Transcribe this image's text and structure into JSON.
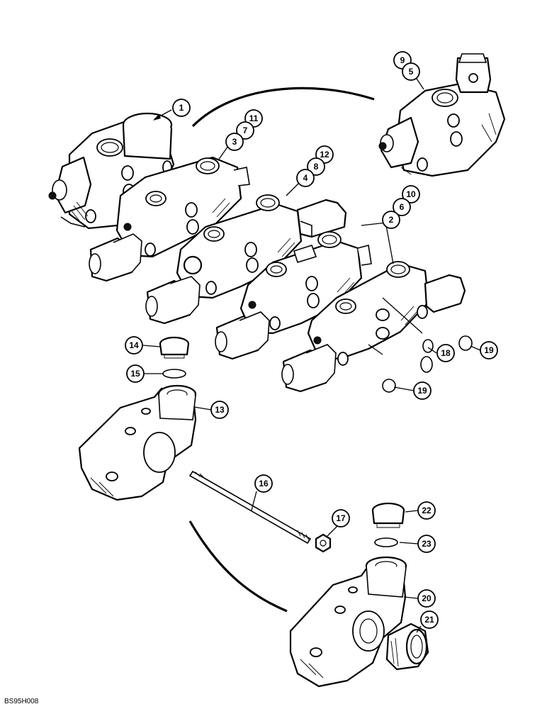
{
  "figure": {
    "reference_code": "BS95H008",
    "callouts": {
      "c1": "1",
      "c2": "2",
      "c3": "3",
      "c4": "4",
      "c5": "5",
      "c6": "6",
      "c7": "7",
      "c8": "8",
      "c9": "9",
      "c10": "10",
      "c11": "11",
      "c12": "12",
      "c13": "13",
      "c14": "14",
      "c15": "15",
      "c16": "16",
      "c17": "17",
      "c18": "18",
      "c19a": "19",
      "c19b": "19",
      "c20": "20",
      "c21": "21",
      "c22": "22",
      "c23": "23"
    }
  }
}
